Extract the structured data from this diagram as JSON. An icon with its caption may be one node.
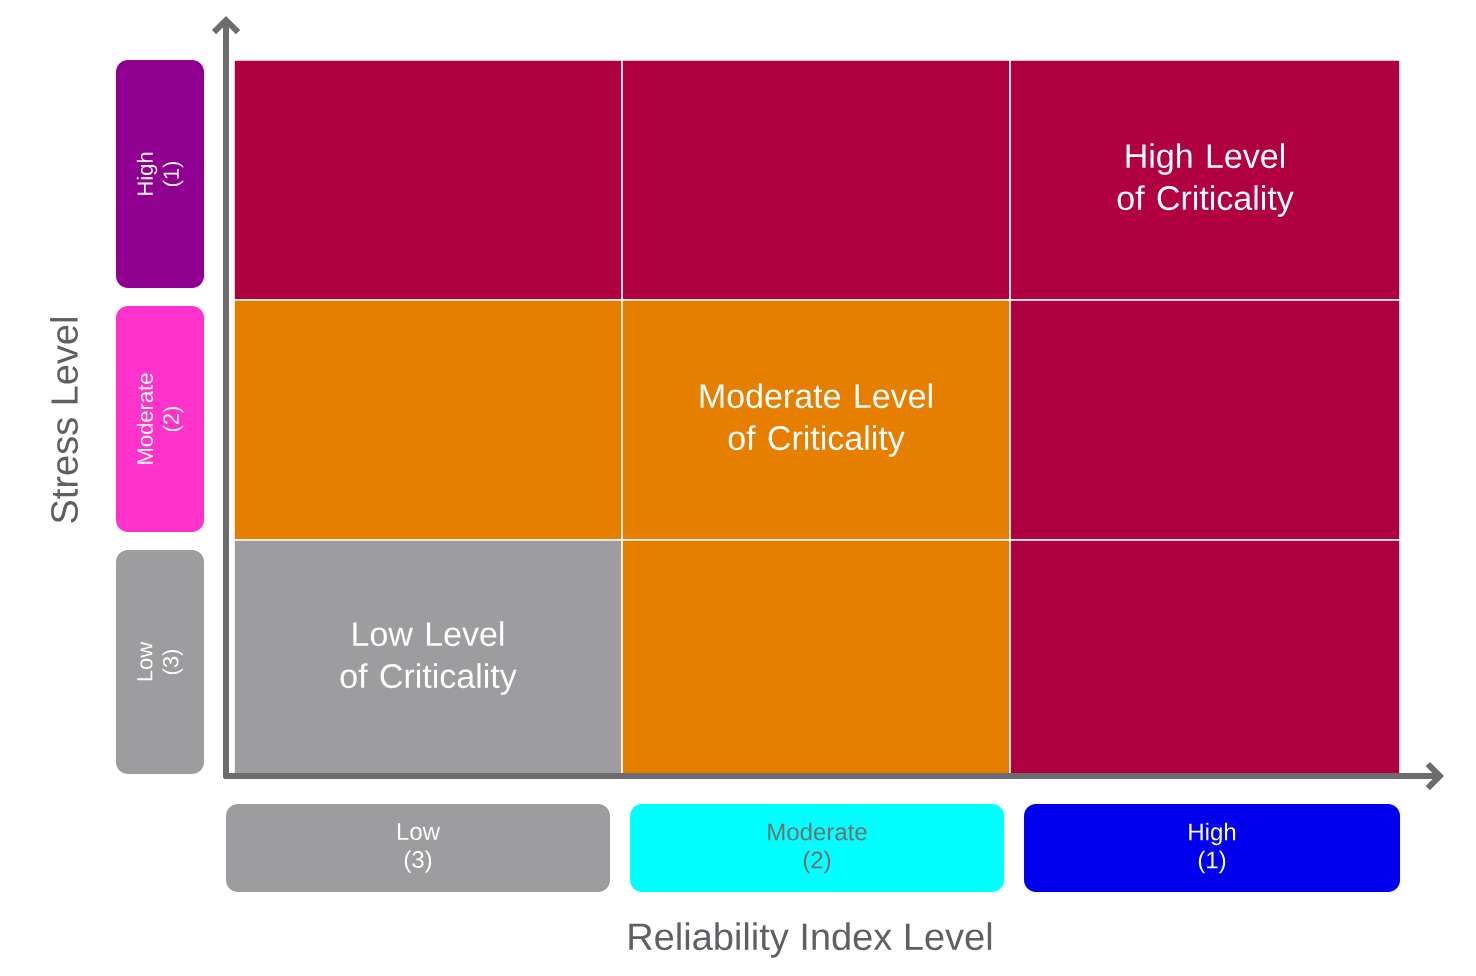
{
  "diagram": {
    "nodes": [
      {
        "text": [],
        "shape": "box"
      },
      {
        "text": [],
        "shape": "box"
      },
      {
        "text": [
          "High Level of Criticality"
        ]
      },
      {
        "text": [],
        "shape": "box"
      },
      {
        "text": [
          "Moderate Level of Criticality"
        ]
      },
      {
        "text": [],
        "shape": "box"
      },
      {
        "text": [
          "Low Level of Criticality"
        ]
      },
      {
        "text": [],
        "shape": "box"
      },
      {
        "text": [],
        "shape": "box"
      },
      {
        "text": [
          "High (1)"
        ]
      },
      {
        "text": [
          "Moderate (2)"
        ]
      },
      {
        "text": [
          "Low (3)"
        ]
      },
      {
        "text": [
          "Low (3)"
        ]
      },
      {
        "text": [
          "Moderate (2)"
        ]
      },
      {
        "text": [
          "High (1)"
        ]
      }
    ],
    "labels": [
      "Stress Level",
      "Reliability Index Level"
    ]
  }
}
